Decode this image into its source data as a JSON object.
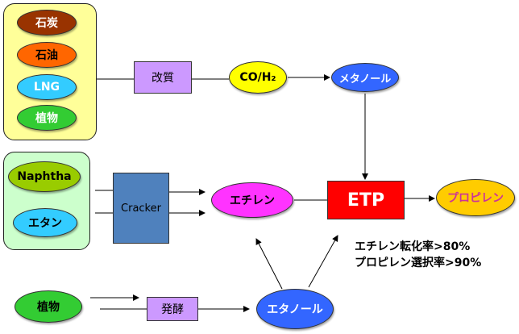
{
  "diagram": {
    "feedstock_group": {
      "items": [
        "石炭",
        "石油",
        "LNG",
        "植物"
      ]
    },
    "naphtha_group": {
      "items": [
        "Naphtha",
        "エタン"
      ]
    },
    "plant_source": "植物",
    "processes": {
      "reforming": "改質",
      "cracker": "Cracker",
      "fermentation": "発酵"
    },
    "intermediates": {
      "syngas": "CO/H₂",
      "methanol": "メタノール",
      "ethylene": "エチレン",
      "ethanol": "エタノール"
    },
    "etp": "ETP",
    "product": "プロピレン",
    "notes": [
      "エチレン転化率>80%",
      "プロピレン選択率>90%"
    ],
    "colors": {
      "group1_bg": "#ffff99",
      "group2_bg": "#ccffcc",
      "coal": "#993300",
      "oil": "#ff6600",
      "lng": "#33ccff",
      "plant": "#33cc33",
      "naphtha": "#99cc00",
      "ethane": "#33ccff",
      "process_box": "#cc99ff",
      "cracker_box": "#4f81bd",
      "syngas": "#ffff00",
      "methanol": "#3366ff",
      "ethylene": "#ff33ff",
      "ethanol": "#3366ff",
      "etp": "#ff0000",
      "product": "#ffcc00",
      "product_text": "#cc3399"
    }
  }
}
